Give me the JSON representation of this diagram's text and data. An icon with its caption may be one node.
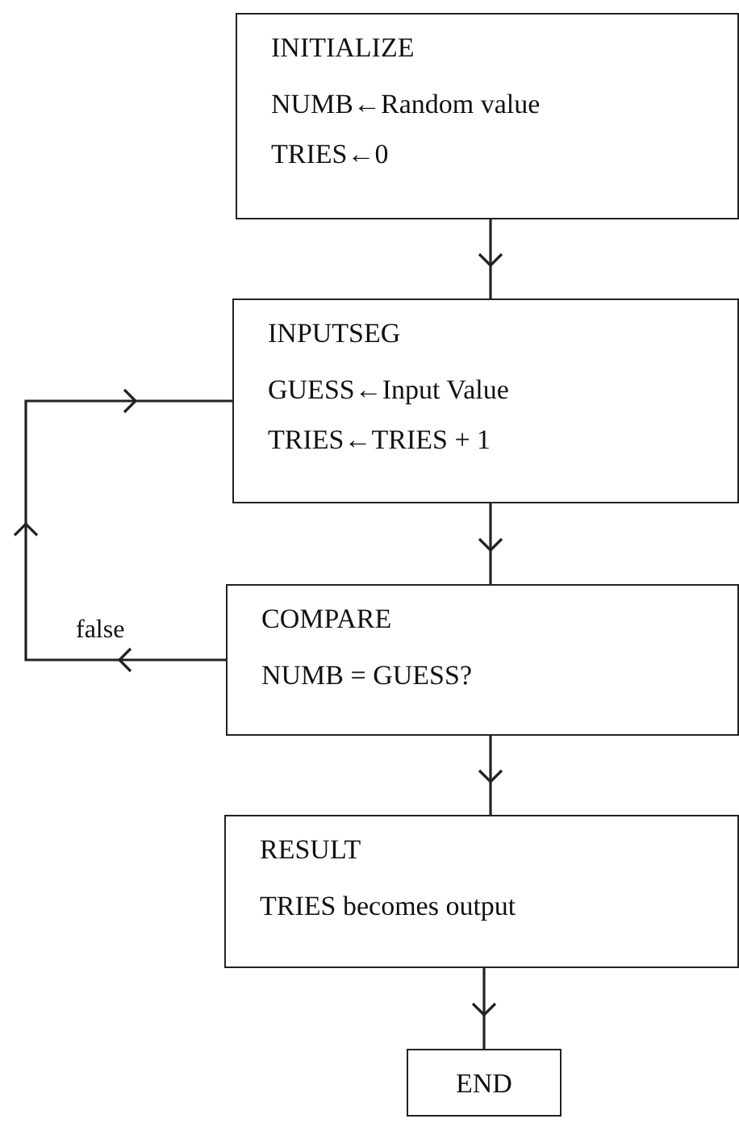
{
  "diagram": {
    "nodes": [
      {
        "text": [
          "INITIALIZE",
          "NUMB←Random value",
          "TRIES←0"
        ]
      },
      {
        "text": [
          "INPUTSEG",
          "GUESS←Input Value",
          "TRIES←TRIES + 1"
        ]
      },
      {
        "text": [
          "COMPARE",
          "NUMB = GUESS?"
        ]
      },
      {
        "text": [
          "RESULT",
          "TRIES becomes output"
        ]
      },
      {
        "text": [
          "END"
        ]
      }
    ],
    "edges": [
      {
        "from": 0,
        "to": 1,
        "arrow": "to"
      },
      {
        "from": 1,
        "to": 2,
        "arrow": "to"
      },
      {
        "from": 2,
        "to": 1,
        "arrow": "to",
        "label": "false"
      },
      {
        "from": 2,
        "to": 3,
        "arrow": "to"
      },
      {
        "from": 3,
        "to": 4,
        "arrow": "to"
      }
    ]
  }
}
